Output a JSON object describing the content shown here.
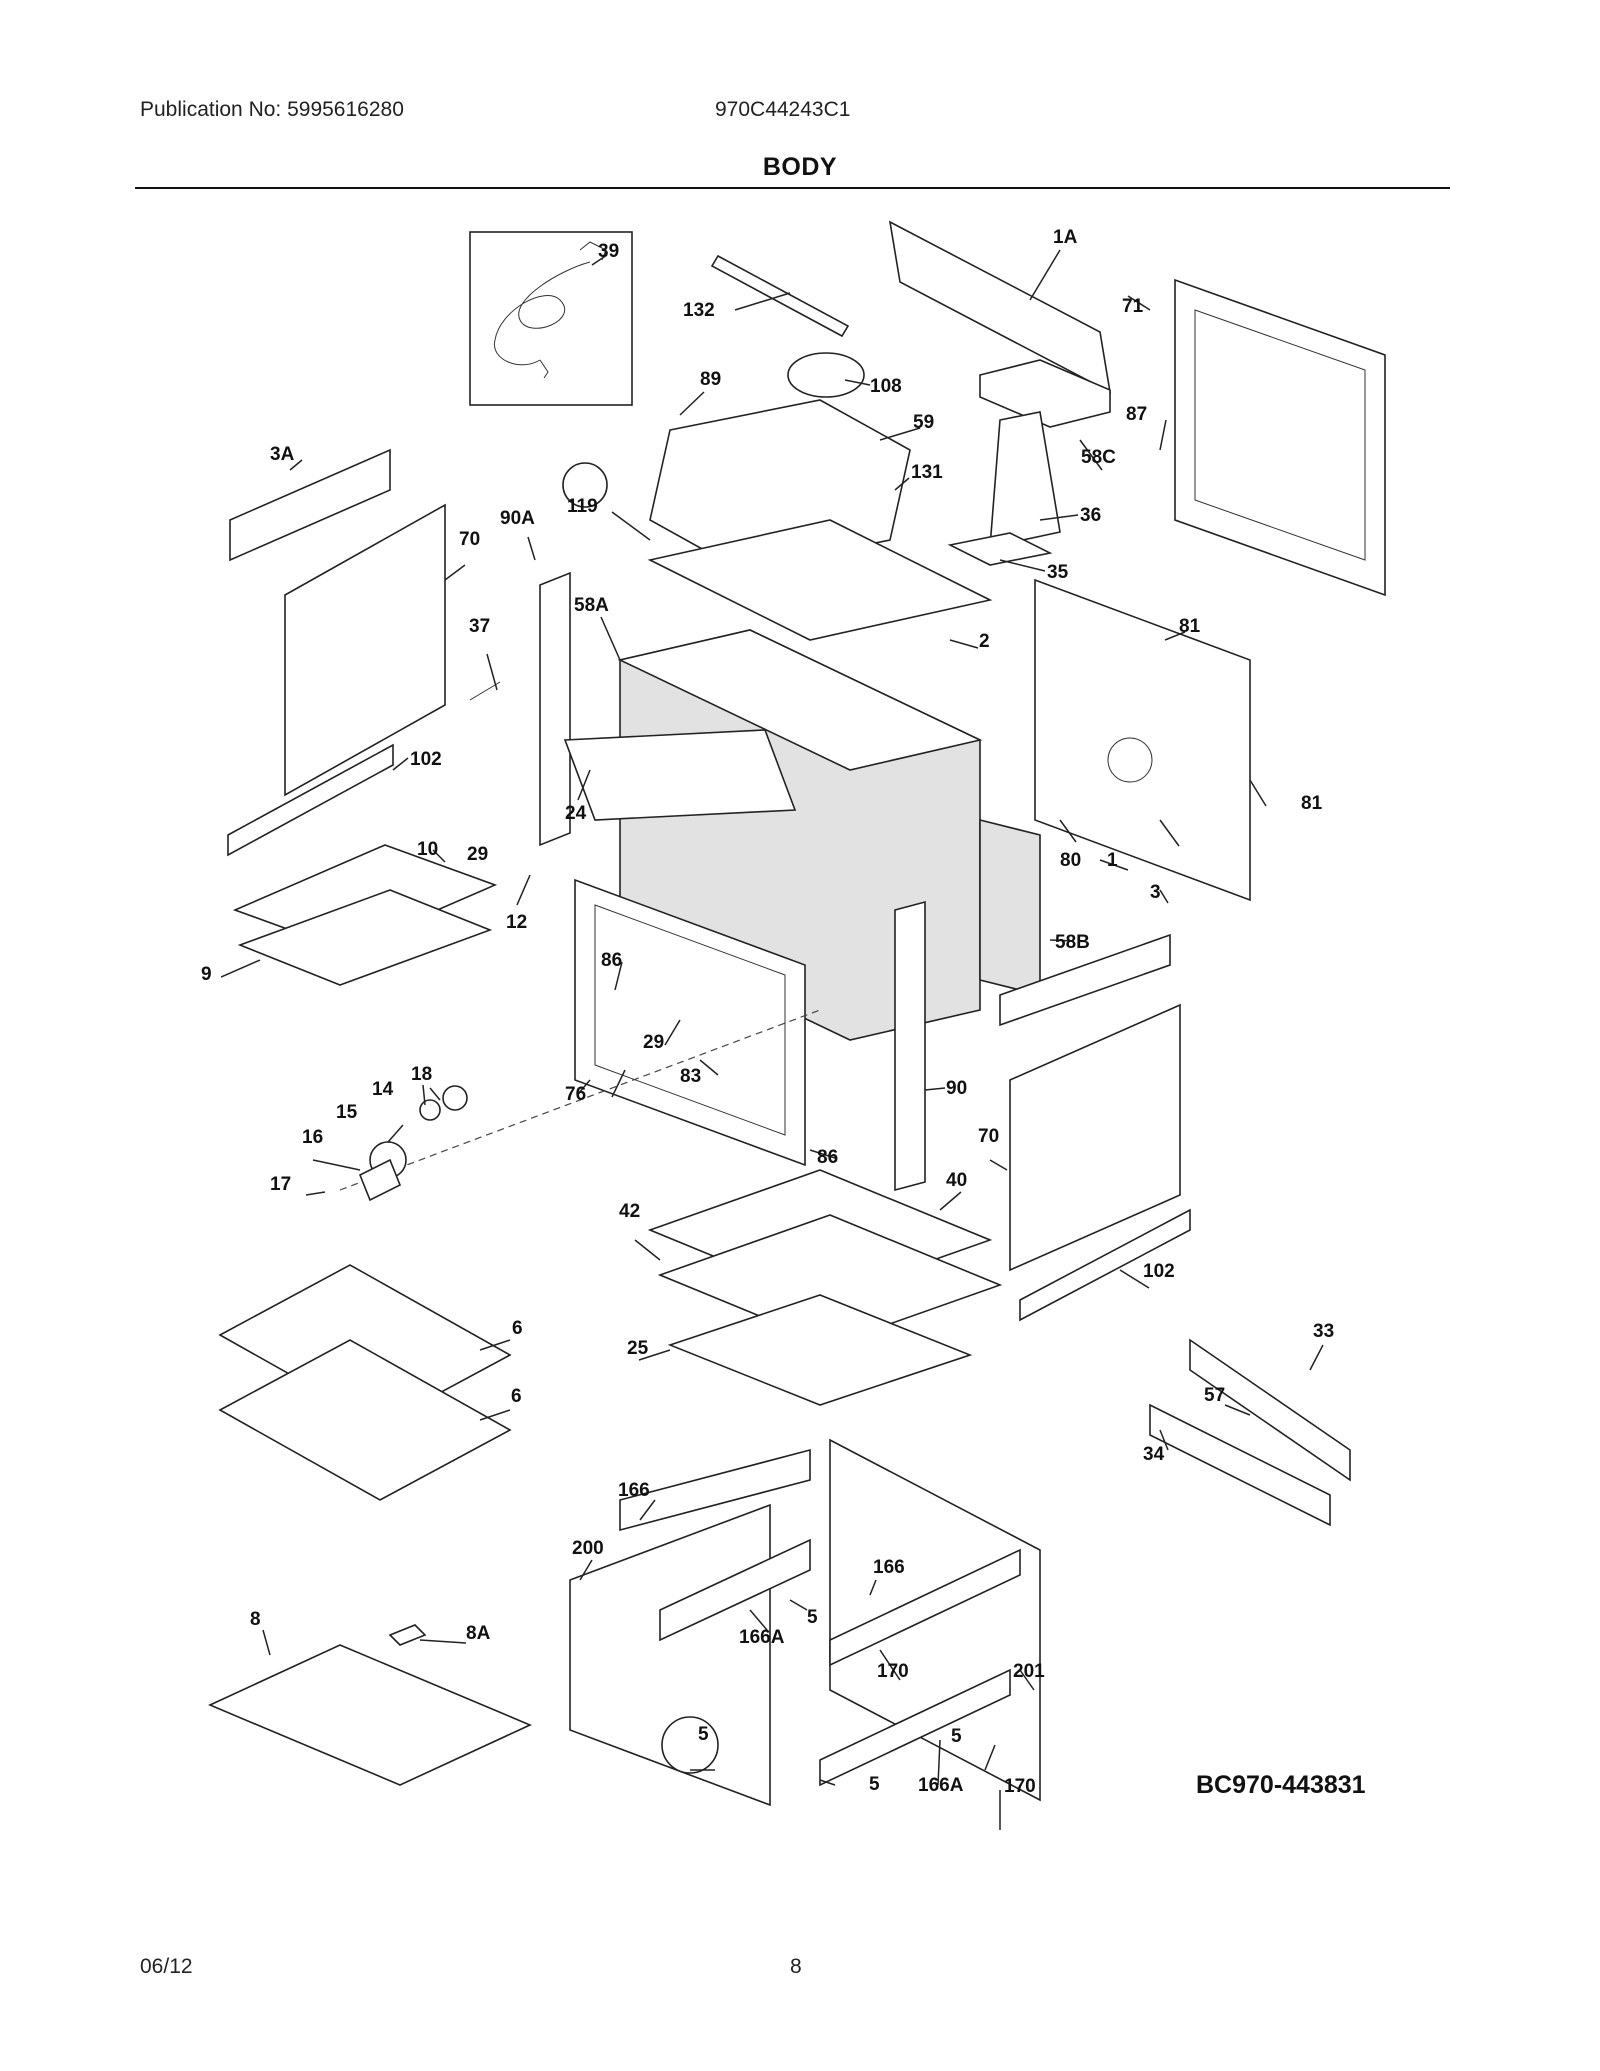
{
  "header": {
    "publication": "Publication No: 5995616280",
    "model": "970C44243C1",
    "title": "BODY"
  },
  "footer": {
    "date": "06/12",
    "page": "8"
  },
  "diagram": {
    "reference": "BC970-443831",
    "part_labels": [
      "1A",
      "132",
      "71",
      "39",
      "89",
      "108",
      "59",
      "58C",
      "87",
      "3A",
      "119",
      "131",
      "36",
      "35",
      "70",
      "90A",
      "2",
      "58A",
      "81",
      "37",
      "102",
      "24",
      "81",
      "10",
      "29",
      "12",
      "80",
      "1",
      "3",
      "9",
      "86",
      "58B",
      "29",
      "83",
      "90",
      "76",
      "18",
      "14",
      "15",
      "16",
      "86",
      "70",
      "17",
      "40",
      "42",
      "102",
      "6",
      "33",
      "25",
      "6",
      "57",
      "34",
      "166",
      "166",
      "200",
      "8",
      "8A",
      "5",
      "166A",
      "170",
      "201",
      "5",
      "5",
      "5",
      "166A",
      "170"
    ]
  }
}
